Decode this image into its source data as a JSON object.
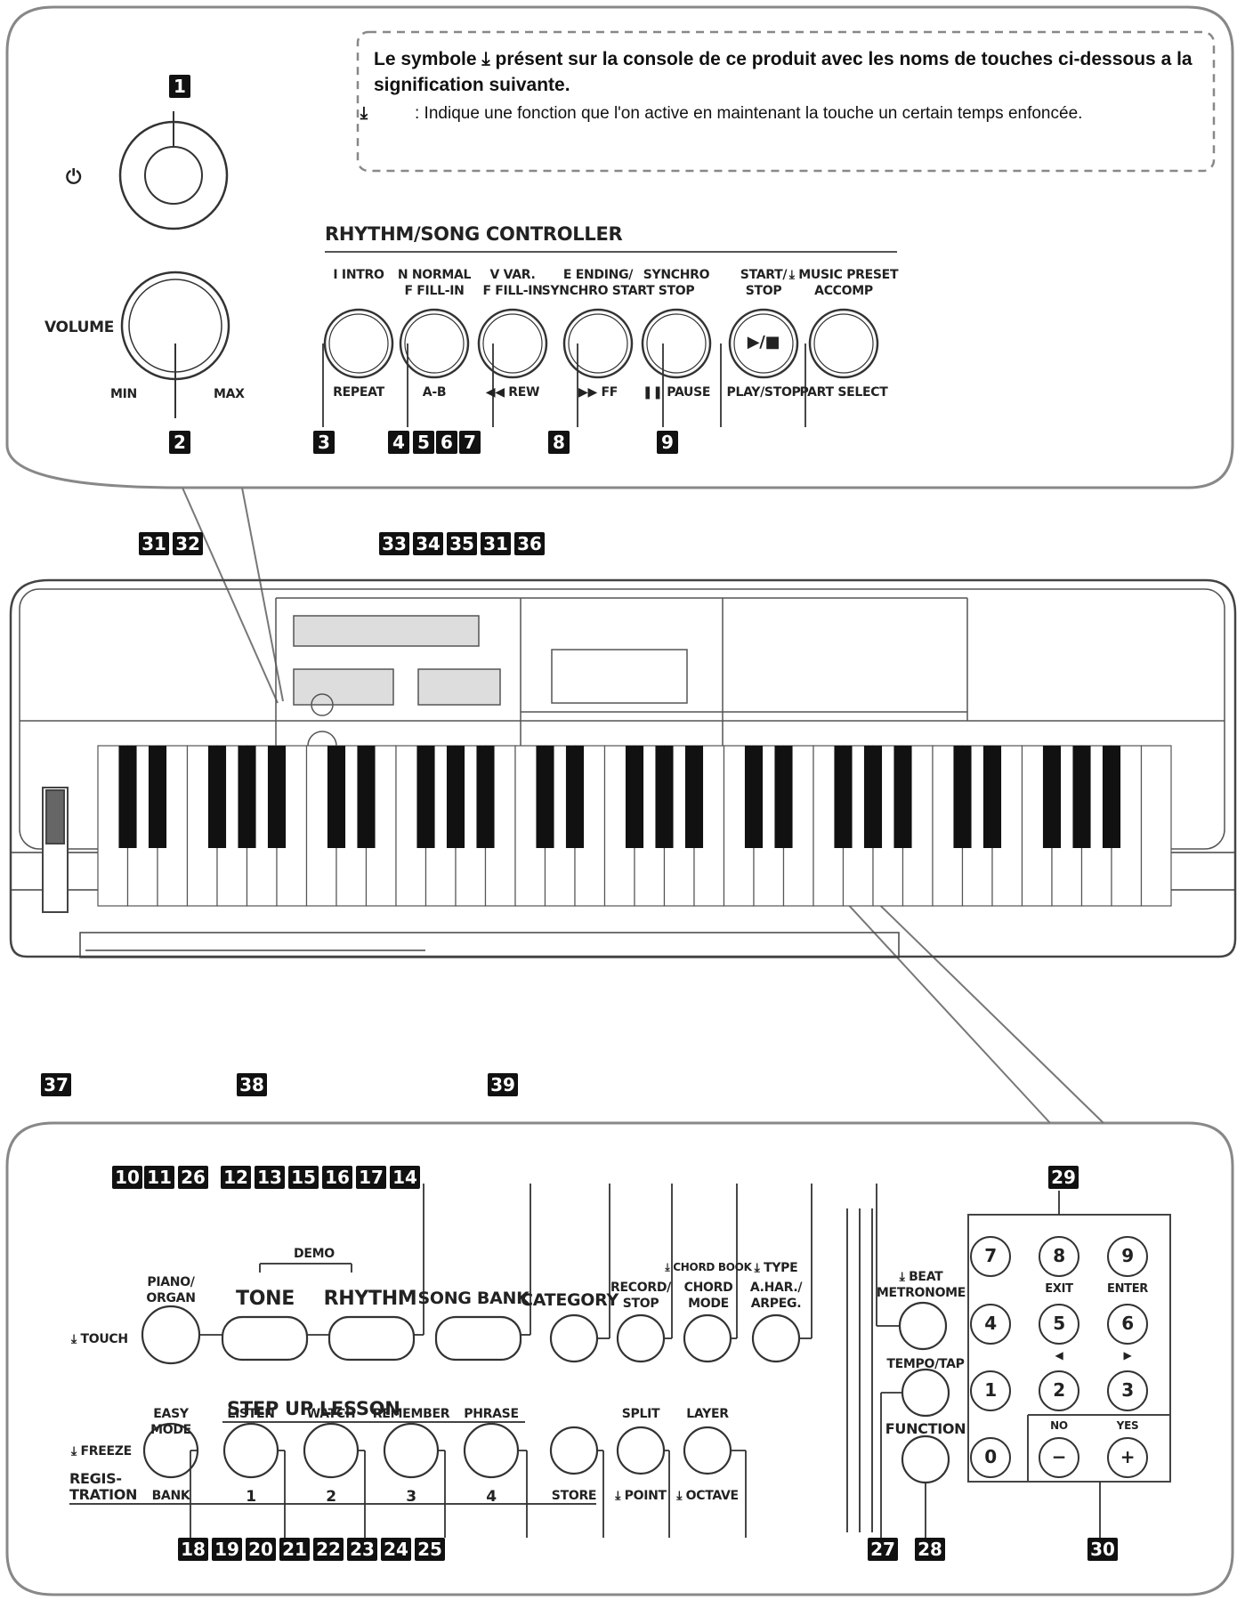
{
  "note": {
    "line1": "Le symbole ⤓ présent sur la console de ce produit avec les noms de touches ci-dessous a la signification suivante.",
    "line2_symbol": "⤓",
    "line2": ": Indique une fonction que l'on active en maintenant la touche un certain temps enfoncée."
  },
  "top_panel": {
    "power_symbol": "⏻",
    "volume": "VOLUME",
    "min": "MIN",
    "max": "MAX",
    "controller_title": "RHYTHM/SONG CONTROLLER",
    "buttons": [
      {
        "top1": "I INTRO",
        "top2": "",
        "bottom": "REPEAT"
      },
      {
        "top1": "N NORMAL",
        "top2": "F FILL-IN",
        "bottom": "A-B"
      },
      {
        "top1": "V VAR.",
        "top2": "F FILL-IN",
        "bottom": "◀◀ REW"
      },
      {
        "top1": "E ENDING/",
        "top2": "SYNCHRO START",
        "bottom": "▶▶ FF"
      },
      {
        "top1": "SYNCHRO",
        "top2": "STOP",
        "bottom": "❚❚ PAUSE"
      },
      {
        "top1": "START/",
        "top2": "STOP",
        "bottom": "PLAY/STOP",
        "face": "▶/■"
      },
      {
        "top1": "⤓ MUSIC PRESET",
        "top2": "ACCOMP",
        "bottom": "PART SELECT"
      }
    ],
    "callouts": [
      "1",
      "2",
      "3",
      "4",
      "5",
      "6",
      "7",
      "8",
      "9"
    ]
  },
  "middle_callouts": {
    "left": [
      "31",
      "32"
    ],
    "center": [
      "33",
      "34",
      "35",
      "31",
      "36"
    ],
    "bottom": [
      "37",
      "38",
      "39"
    ]
  },
  "bottom_panel": {
    "demo": "DEMO",
    "row1": [
      {
        "top": "PIANO/",
        "top2": "ORGAN",
        "side": "⤓ TOUCH"
      },
      {
        "top": "TONE"
      },
      {
        "top": "RHYTHM"
      },
      {
        "top": "SONG BANK"
      },
      {
        "top": "CATEGORY"
      },
      {
        "top": "RECORD/",
        "top2": "STOP"
      },
      {
        "top": "⤓ CHORD BOOK",
        "top2": "CHORD",
        "top3": "MODE"
      },
      {
        "top": "⤓ TYPE",
        "top2": "A.HAR./",
        "top3": "ARPEG."
      }
    ],
    "metronome": {
      "top": "⤓ BEAT",
      "top2": "METRONOME"
    },
    "tempo": "TEMPO/TAP",
    "function": "FUNCTION",
    "step_up_title": "STEP UP LESSON",
    "row2": [
      {
        "top": "EASY",
        "top2": "MODE",
        "bottom": "BANK"
      },
      {
        "top": "LISTEN",
        "bottom": "1"
      },
      {
        "top": "WATCH",
        "bottom": "2"
      },
      {
        "top": "REMEMBER",
        "bottom": "3"
      },
      {
        "top": "PHRASE",
        "bottom": "4"
      },
      {
        "top": "",
        "bottom": "STORE"
      },
      {
        "top": "SPLIT",
        "bottom": "⤓ POINT"
      },
      {
        "top": "LAYER",
        "bottom": "⤓ OCTAVE"
      }
    ],
    "freeze": "⤓ FREEZE",
    "registration": "REGIS-",
    "registration2": "TRATION",
    "keypad": [
      "7",
      "8",
      "9",
      "4",
      "5",
      "6",
      "1",
      "2",
      "3",
      "0",
      "−",
      "+"
    ],
    "keypad_labels": {
      "exit": "EXIT",
      "enter": "ENTER",
      "left": "◀",
      "right": "▶",
      "no": "NO",
      "yes": "YES"
    },
    "callouts_top": [
      "10",
      "11",
      "26",
      "12",
      "13",
      "15",
      "16",
      "17",
      "14",
      "29"
    ],
    "callouts_bottom": [
      "18",
      "19",
      "20",
      "21",
      "22",
      "23",
      "24",
      "25",
      "27",
      "28",
      "30"
    ]
  }
}
